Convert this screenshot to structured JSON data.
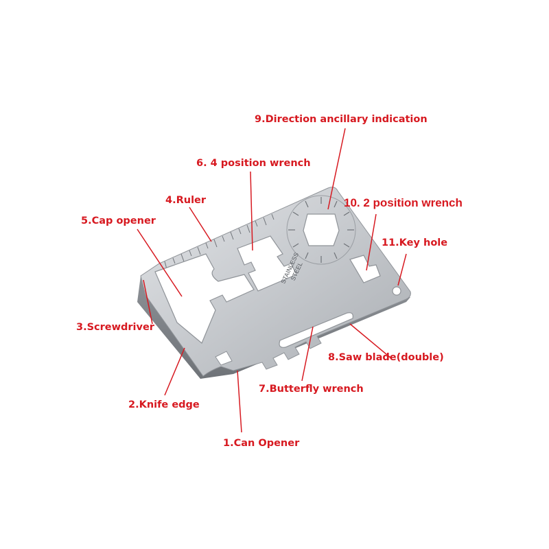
{
  "image": {
    "background": "#ffffff",
    "label_color": "#d71920",
    "line_color": "#d71920"
  },
  "card": {
    "stamp_line1": "STAINLESS",
    "stamp_line2": "STEEL"
  },
  "labels": {
    "direction_indication": "9.Direction ancillary indication",
    "four_position_wrench": "6. 4 position wrench",
    "two_position_wrench": "10.  2 position wrench",
    "ruler": "4.Ruler",
    "cap_opener": "5.Cap opener",
    "key_hole": "11.Key hole",
    "screwdriver": "3.Screwdriver",
    "saw_blade": "8.Saw blade(double)",
    "butterfly_wrench": "7.Butterfly wrench",
    "knife_edge": "2.Knife edge",
    "can_opener": "1.Can Opener"
  }
}
